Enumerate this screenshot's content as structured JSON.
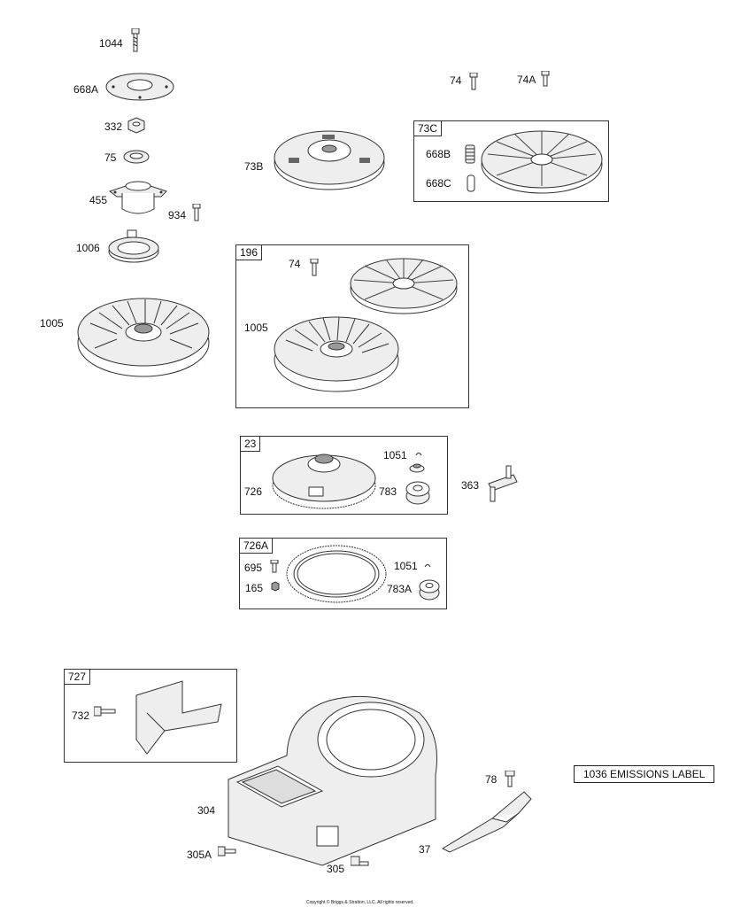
{
  "labels": {
    "p1044": "1044",
    "p668A": "668A",
    "p332": "332",
    "p75": "75",
    "p455": "455",
    "p934": "934",
    "p1006": "1006",
    "p1005a": "1005",
    "p73B": "73B",
    "p74a": "74",
    "p74A": "74A",
    "p668B": "668B",
    "p668C": "668C",
    "p74b": "74",
    "p1005b": "1005",
    "p1051a": "1051",
    "p726": "726",
    "p783": "783",
    "p363": "363",
    "p695": "695",
    "p165": "165",
    "p1051b": "1051",
    "p783A": "783A",
    "p732": "732",
    "p78": "78",
    "p304": "304",
    "p305A": "305A",
    "p305": "305",
    "p37": "37"
  },
  "boxes": {
    "b73C": "73C",
    "b196": "196",
    "b23": "23",
    "b726A": "726A",
    "b727": "727"
  },
  "emissions_label": "1036 EMISSIONS LABEL",
  "copyright": "Copyright © Briggs & Stratton, LLC. All rights reserved."
}
